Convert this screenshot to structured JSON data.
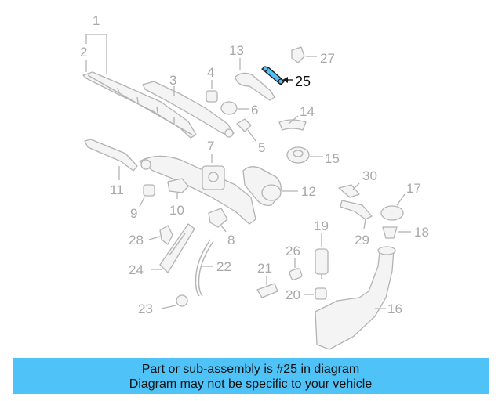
{
  "labels": {
    "p1": "1",
    "p2": "2",
    "p3": "3",
    "p4": "4",
    "p5": "5",
    "p6": "6",
    "p7": "7",
    "p8": "8",
    "p9": "9",
    "p10": "10",
    "p11": "11",
    "p12": "12",
    "p13": "13",
    "p14": "14",
    "p15": "15",
    "p16": "16",
    "p17": "17",
    "p18": "18",
    "p19": "19",
    "p20": "20",
    "p21": "21",
    "p22": "22",
    "p23": "23",
    "p24": "24",
    "p25": "25",
    "p26": "26",
    "p27": "27",
    "p28": "28",
    "p29": "29",
    "p30": "30"
  },
  "banner": {
    "line1": "Part or sub-assembly is #25 in diagram",
    "line2": "Diagram may not be specific to your vehicle"
  },
  "colors": {
    "highlight_part": "#4fc3f7",
    "banner_bg": "#4fc3f7",
    "diagram_lines": "#b3b3b3",
    "label_text": "#a8a8a8"
  }
}
